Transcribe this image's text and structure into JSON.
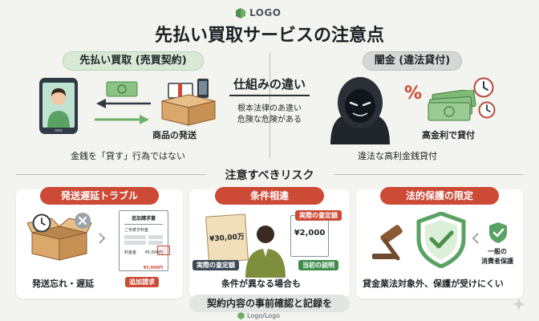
{
  "header": {
    "logo_text": "LOGO",
    "title": "先払い買取サービスの注意点"
  },
  "left_section": {
    "label": "先払い買取 (売買契約)",
    "ship_caption": "商品の発送",
    "money_caption": "金銭を「貸す」行為ではない"
  },
  "center": {
    "title": "仕組みの違い",
    "sub1": "根本法律のあ違い",
    "sub2": "危険な危険がある"
  },
  "right_section": {
    "label": "闇金 (違法貸付)",
    "percent": "%",
    "high_caption": "高金利で貸付",
    "illegal_caption": "違法な高利金銭貸付"
  },
  "risks": {
    "title": "注意すべきリスク",
    "cards": [
      {
        "title": "発送遅延トラブル",
        "doc_title": "追加請求書",
        "doc_line1": "ご手続き料金",
        "doc_fee_label": "料金金",
        "doc_price1": "¥5,000円",
        "doc_price2": "¥3,000円",
        "tag": "追加請求",
        "caption": "発送忘れ・遅延"
      },
      {
        "title": "条件相違",
        "doc1_amount": "¥30,00万",
        "doc2_amount": "¥2,000",
        "tag_top": "実際の査定額",
        "tag_left": "実際の査定額",
        "tag_right": "当初の説明",
        "caption": "条件が異なる場合も"
      },
      {
        "title": "法的保護の限定",
        "shield_label1": "一般の",
        "shield_label2": "消費者保護",
        "caption": "貸金業法対象外、保護が受けにくい"
      }
    ]
  },
  "footer": {
    "banner": "契約内容の事前確認と記録を",
    "logo_text": "Logo/Logo"
  },
  "colors": {
    "background": "#f3f4ef",
    "accent_red": "#cc4a36",
    "green_pill": "#d8ead6",
    "gray_pill": "#d6d8d8",
    "money_green": "#6fae6a",
    "box_tan": "#d9a86a"
  }
}
